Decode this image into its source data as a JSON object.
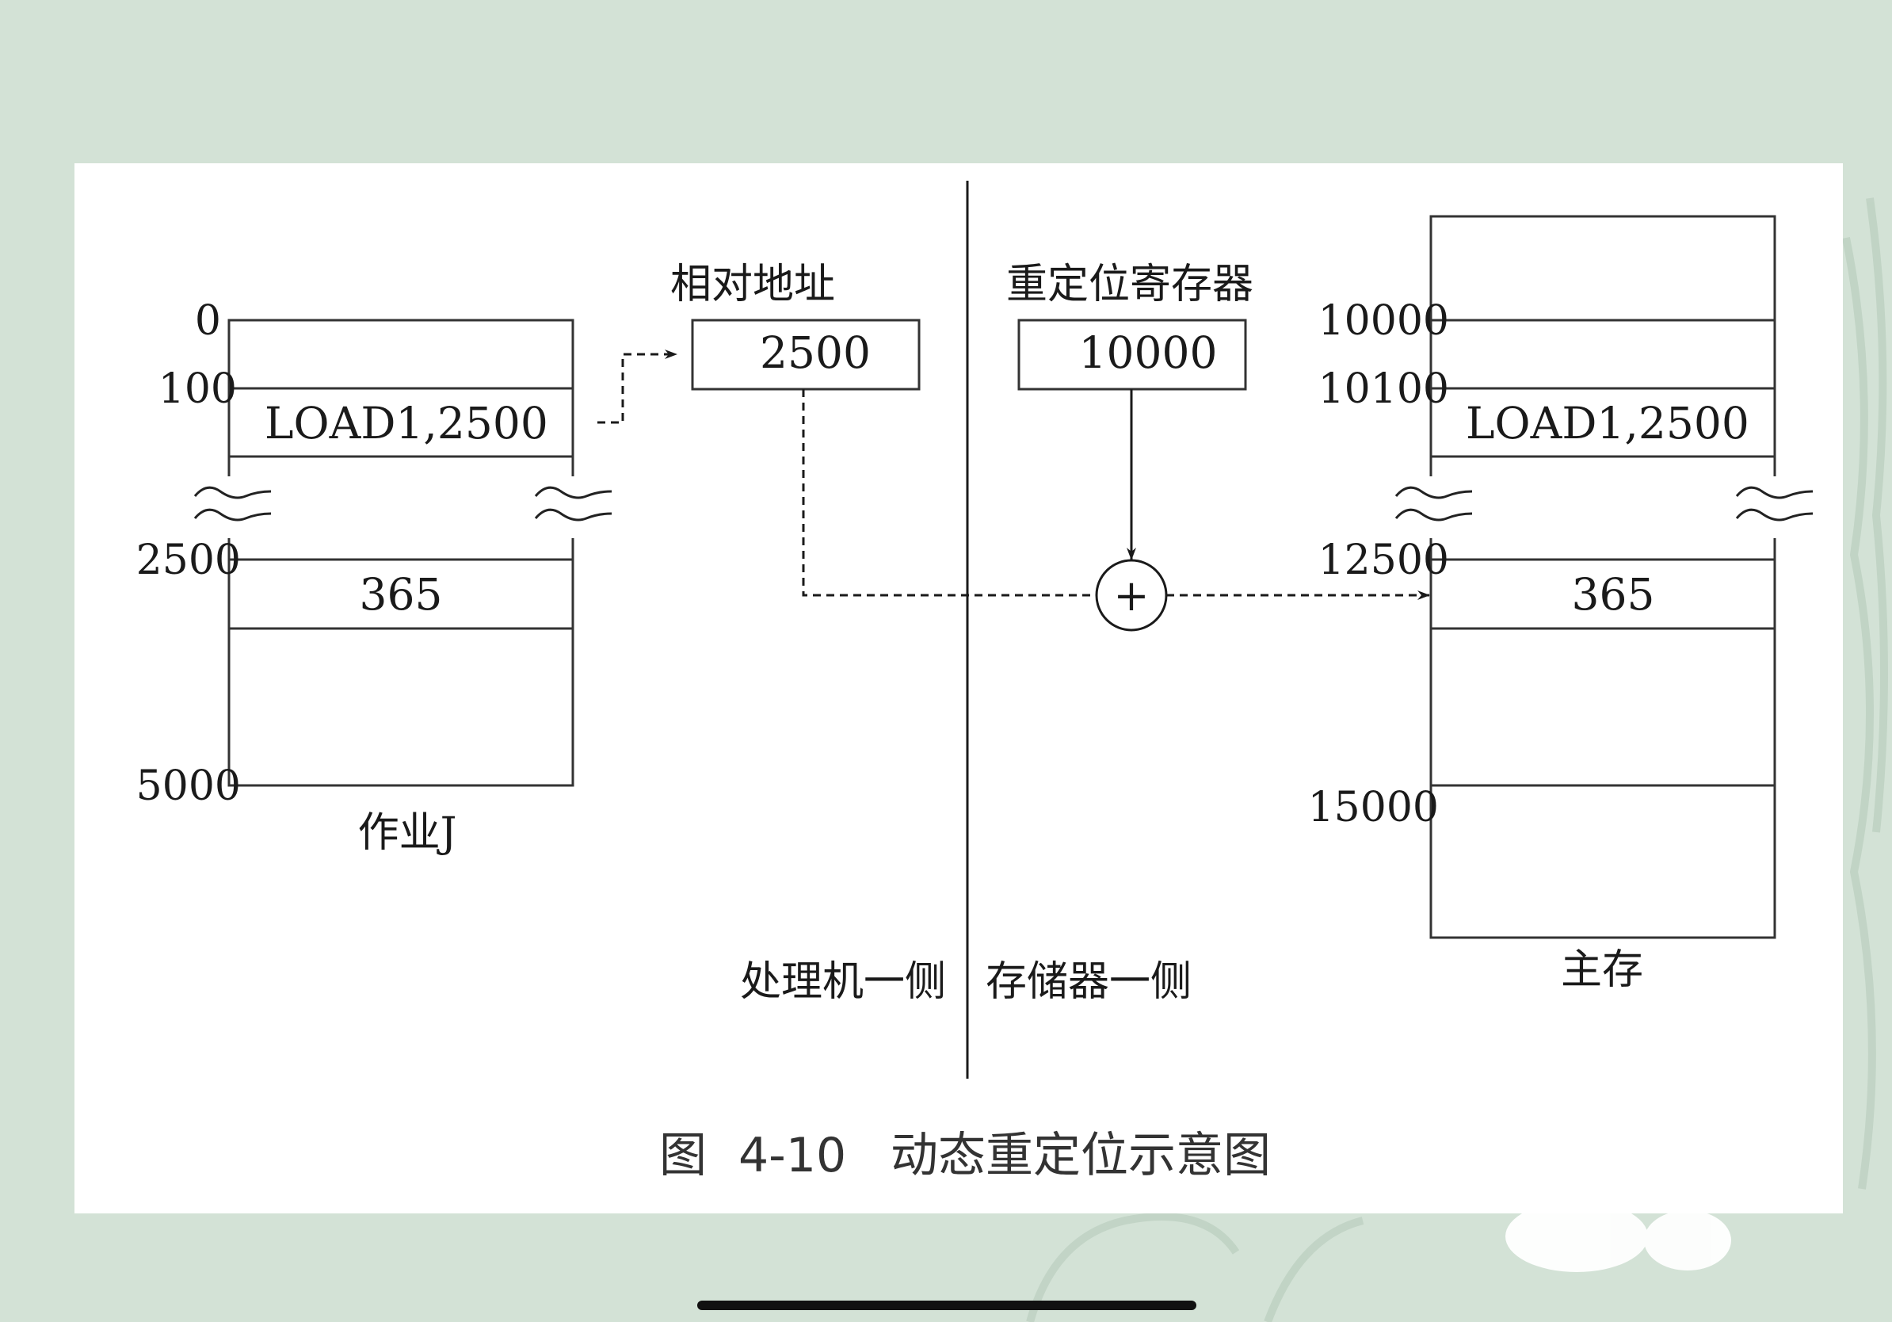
{
  "job": {
    "title": "作业J",
    "addresses": [
      "0",
      "100",
      "2500",
      "5000"
    ],
    "instruction": "LOAD1,2500",
    "data_value": "365"
  },
  "relative_address": {
    "label": "相对地址",
    "value": "2500"
  },
  "relocation_register": {
    "label": "重定位寄存器",
    "value": "10000"
  },
  "adder_symbol": "+",
  "processor_side": "处理机一侧",
  "memory_side": "存储器一侧",
  "main_memory": {
    "title": "主存",
    "addresses": [
      "10000",
      "10100",
      "12500",
      "15000"
    ],
    "instruction": "LOAD1,2500",
    "data_value": "365"
  },
  "caption": {
    "prefix": "图",
    "number": "4-10",
    "text": "动态重定位示意图"
  }
}
